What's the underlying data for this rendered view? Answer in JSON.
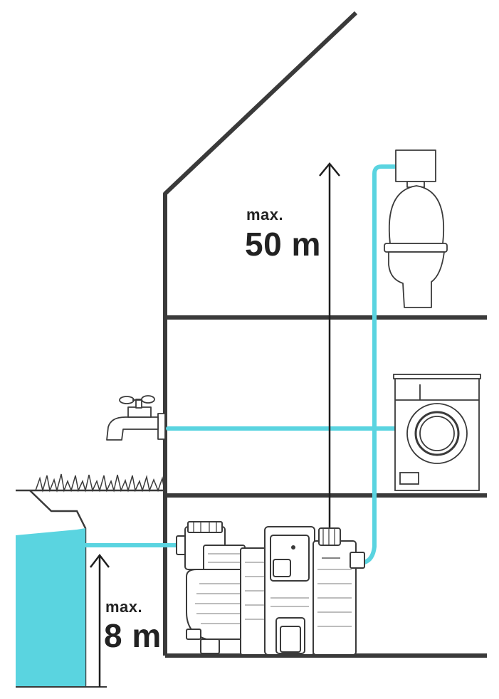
{
  "labels": {
    "head_max": "max.",
    "head_value": "50 m",
    "suction_max": "max.",
    "suction_value": "8 m"
  },
  "colors": {
    "line": "#3a3a3a",
    "water": "#5ad4e0",
    "pipe": "#5ad4e0",
    "pump_body": "#ffffff",
    "pump_detail": "#bdbdbd",
    "background": "#ffffff"
  },
  "icons": [
    "faucet-icon",
    "toilet-icon",
    "washing-machine-icon",
    "pump-icon",
    "grass-icon",
    "water-well-icon"
  ]
}
